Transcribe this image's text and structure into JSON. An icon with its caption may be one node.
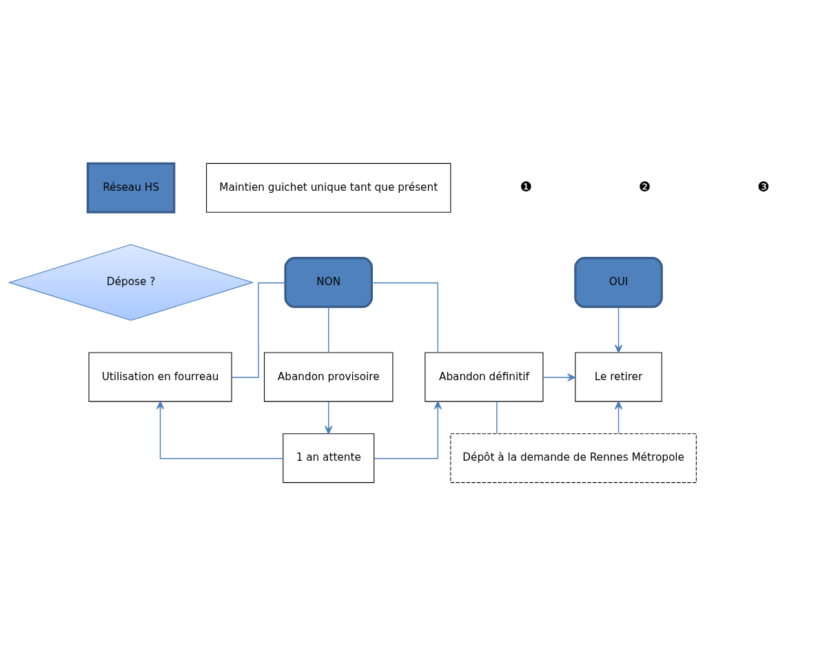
{
  "diagram": {
    "nodes": [
      {
        "text": [
          "Réseau HS"
        ]
      },
      {
        "text": [
          "Dépose ?"
        ]
      },
      {
        "text": [
          "NON"
        ]
      },
      {
        "text": [
          "OUI"
        ]
      },
      {
        "text": [
          "Utilisation en fourreau"
        ]
      },
      {
        "text": [
          "Abandon provisoire"
        ]
      },
      {
        "text": [
          "Abandon définitif"
        ]
      },
      {
        "text": [
          "Le retirer"
        ]
      },
      {
        "text": [
          "1 an attente"
        ]
      },
      {
        "text": [
          "Dépôt à la demande de Rennes Métropole"
        ]
      },
      {
        "text": [
          "Maintien guichet unique tant que présent"
        ]
      }
    ],
    "edges": [
      {
        "from": 2,
        "to": 4,
        "arrow": "none"
      },
      {
        "from": 2,
        "to": 5,
        "arrow": "none"
      },
      {
        "from": 2,
        "to": 6,
        "arrow": "none"
      },
      {
        "from": 3,
        "to": 7,
        "arrow": "to"
      },
      {
        "from": 5,
        "to": 8,
        "arrow": "to"
      },
      {
        "from": 8,
        "to": 4,
        "arrow": "to"
      },
      {
        "from": 8,
        "to": 6,
        "arrow": "to"
      },
      {
        "from": 6,
        "to": 7,
        "arrow": "to"
      },
      {
        "from": 6,
        "to": 9,
        "arrow": "none"
      },
      {
        "from": 9,
        "to": 7,
        "arrow": "to"
      }
    ],
    "labels": [
      "❶",
      "❷",
      "❸"
    ]
  }
}
